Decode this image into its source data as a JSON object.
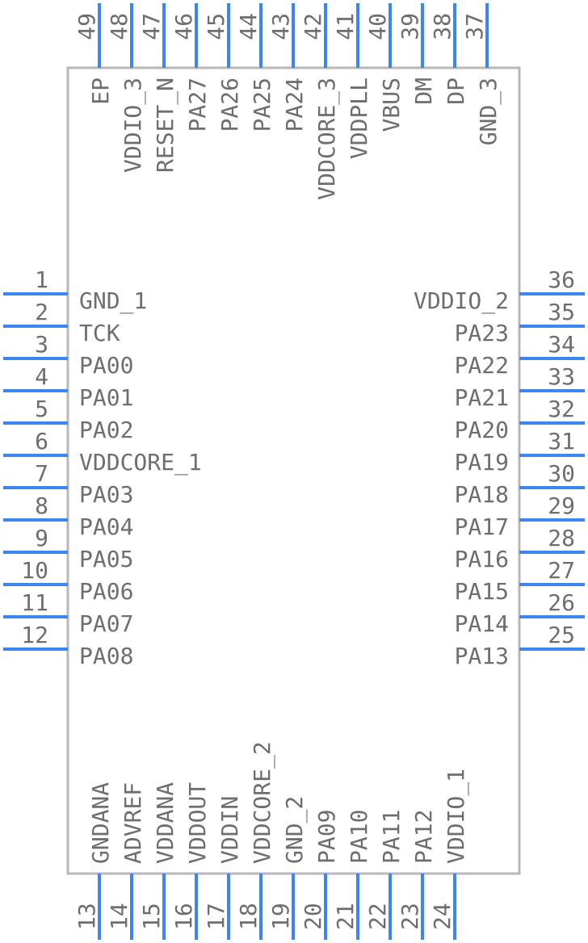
{
  "component": {
    "colors": {
      "pin": "#3d86f0",
      "body_outline": "#b8b8b8",
      "text": "#6e6e6e",
      "background": "#ffffff"
    },
    "left_pins": [
      {
        "number": "1",
        "label": "GND_1"
      },
      {
        "number": "2",
        "label": "TCK"
      },
      {
        "number": "3",
        "label": "PA00"
      },
      {
        "number": "4",
        "label": "PA01"
      },
      {
        "number": "5",
        "label": "PA02"
      },
      {
        "number": "6",
        "label": "VDDCORE_1"
      },
      {
        "number": "7",
        "label": "PA03"
      },
      {
        "number": "8",
        "label": "PA04"
      },
      {
        "number": "9",
        "label": "PA05"
      },
      {
        "number": "10",
        "label": "PA06"
      },
      {
        "number": "11",
        "label": "PA07"
      },
      {
        "number": "12",
        "label": "PA08"
      }
    ],
    "right_pins": [
      {
        "number": "36",
        "label": "VDDIO_2"
      },
      {
        "number": "35",
        "label": "PA23"
      },
      {
        "number": "34",
        "label": "PA22"
      },
      {
        "number": "33",
        "label": "PA21"
      },
      {
        "number": "32",
        "label": "PA20"
      },
      {
        "number": "31",
        "label": "PA19"
      },
      {
        "number": "30",
        "label": "PA18"
      },
      {
        "number": "29",
        "label": "PA17"
      },
      {
        "number": "28",
        "label": "PA16"
      },
      {
        "number": "27",
        "label": "PA15"
      },
      {
        "number": "26",
        "label": "PA14"
      },
      {
        "number": "25",
        "label": "PA13"
      }
    ],
    "top_pins": [
      {
        "number": "49",
        "label": "EP"
      },
      {
        "number": "48",
        "label": "VDDIO_3"
      },
      {
        "number": "47",
        "label": "RESET_N"
      },
      {
        "number": "46",
        "label": "PA27"
      },
      {
        "number": "45",
        "label": "PA26"
      },
      {
        "number": "44",
        "label": "PA25"
      },
      {
        "number": "43",
        "label": "PA24"
      },
      {
        "number": "42",
        "label": "VDDCORE_3"
      },
      {
        "number": "41",
        "label": "VDDPLL"
      },
      {
        "number": "40",
        "label": "VBUS"
      },
      {
        "number": "39",
        "label": "DM"
      },
      {
        "number": "38",
        "label": "DP"
      },
      {
        "number": "37",
        "label": "GND_3"
      }
    ],
    "bottom_pins": [
      {
        "number": "13",
        "label": "GNDANA"
      },
      {
        "number": "14",
        "label": "ADVREF"
      },
      {
        "number": "15",
        "label": "VDDANA"
      },
      {
        "number": "16",
        "label": "VDDOUT"
      },
      {
        "number": "17",
        "label": "VDDIN"
      },
      {
        "number": "18",
        "label": "VDDCORE_2"
      },
      {
        "number": "19",
        "label": "GND_2"
      },
      {
        "number": "20",
        "label": "PA09"
      },
      {
        "number": "21",
        "label": "PA10"
      },
      {
        "number": "22",
        "label": "PA11"
      },
      {
        "number": "23",
        "label": "PA12"
      },
      {
        "number": "24",
        "label": "VDDIO_1"
      }
    ]
  }
}
